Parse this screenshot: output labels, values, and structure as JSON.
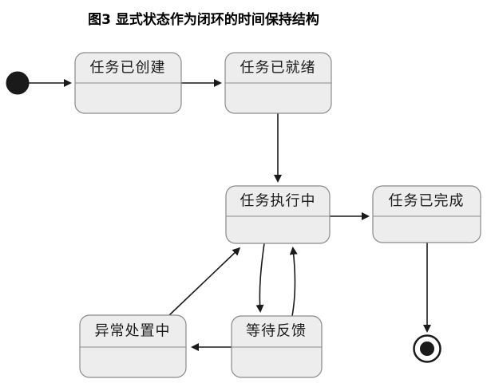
{
  "figure": {
    "title": "图3 显式状态作为闭环的时间保持结构",
    "type": "state-diagram"
  },
  "states": {
    "created": {
      "label": "任务已创建"
    },
    "ready": {
      "label": "任务已就绪"
    },
    "executing": {
      "label": "任务执行中"
    },
    "completed": {
      "label": "任务已完成"
    },
    "exception": {
      "label": "异常处置中"
    },
    "waiting": {
      "label": "等待反馈"
    }
  },
  "markers": {
    "initial_state": "filled-circle",
    "final_state": "bullseye-circle"
  },
  "edges": [
    {
      "from": "initial",
      "to": "created"
    },
    {
      "from": "created",
      "to": "ready"
    },
    {
      "from": "ready",
      "to": "executing"
    },
    {
      "from": "executing",
      "to": "completed"
    },
    {
      "from": "completed",
      "to": "final"
    },
    {
      "from": "executing",
      "to": "waiting"
    },
    {
      "from": "waiting",
      "to": "executing"
    },
    {
      "from": "waiting",
      "to": "exception"
    },
    {
      "from": "exception",
      "to": "executing"
    }
  ],
  "colors": {
    "state_fill": "#ededed",
    "state_stroke": "#8a8a8a",
    "edge_stroke": "#1a1a1a",
    "text_color": "#1a1a1a",
    "title_color": "#000000",
    "background": "#ffffff"
  }
}
